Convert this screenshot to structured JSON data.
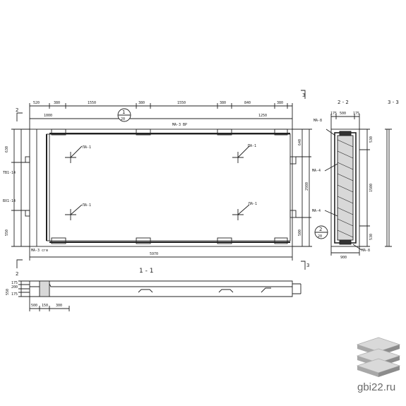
{
  "plan": {
    "top_dims": [
      "520",
      "380",
      "1550",
      "380",
      "1550",
      "380",
      "840",
      "380"
    ],
    "sub_dims": [
      "1000",
      "1250"
    ],
    "markers": {
      "ma_top": "МА-3 ВР",
      "ma_bottom": "МА-3 сгв",
      "tp": "ТВ1-14",
      "vp": "ВХ1-14"
    },
    "pa": [
      "ПА-1",
      "ПА-1",
      "ПА-1",
      "ПА-1"
    ],
    "left_dims": [
      "630",
      "550"
    ],
    "right_dims": [
      "2980",
      "640",
      "500"
    ],
    "overall": "5970",
    "callout1": {
      "num": "1",
      "den": "20"
    }
  },
  "sections": {
    "s11": "1 - 1",
    "s22": "2 - 2",
    "s33": "3 - 3",
    "s2_labels": [
      "МА-8",
      "МА-4",
      "МА-4",
      "МА-8"
    ],
    "s2_top_dims": [
      "175",
      "500",
      "175"
    ],
    "s2_right_dims": [
      "530",
      "1500",
      "530"
    ],
    "s2_bottom": "900",
    "callout2": {
      "num": "2",
      "den": "20"
    },
    "s11_left_dims": [
      "550",
      "175",
      "200",
      "175"
    ],
    "s11_bottom_dims": [
      "500",
      "150",
      "300"
    ]
  },
  "cut_marks": {
    "two": "2",
    "three": "3"
  },
  "watermark": "gbi22.ru"
}
